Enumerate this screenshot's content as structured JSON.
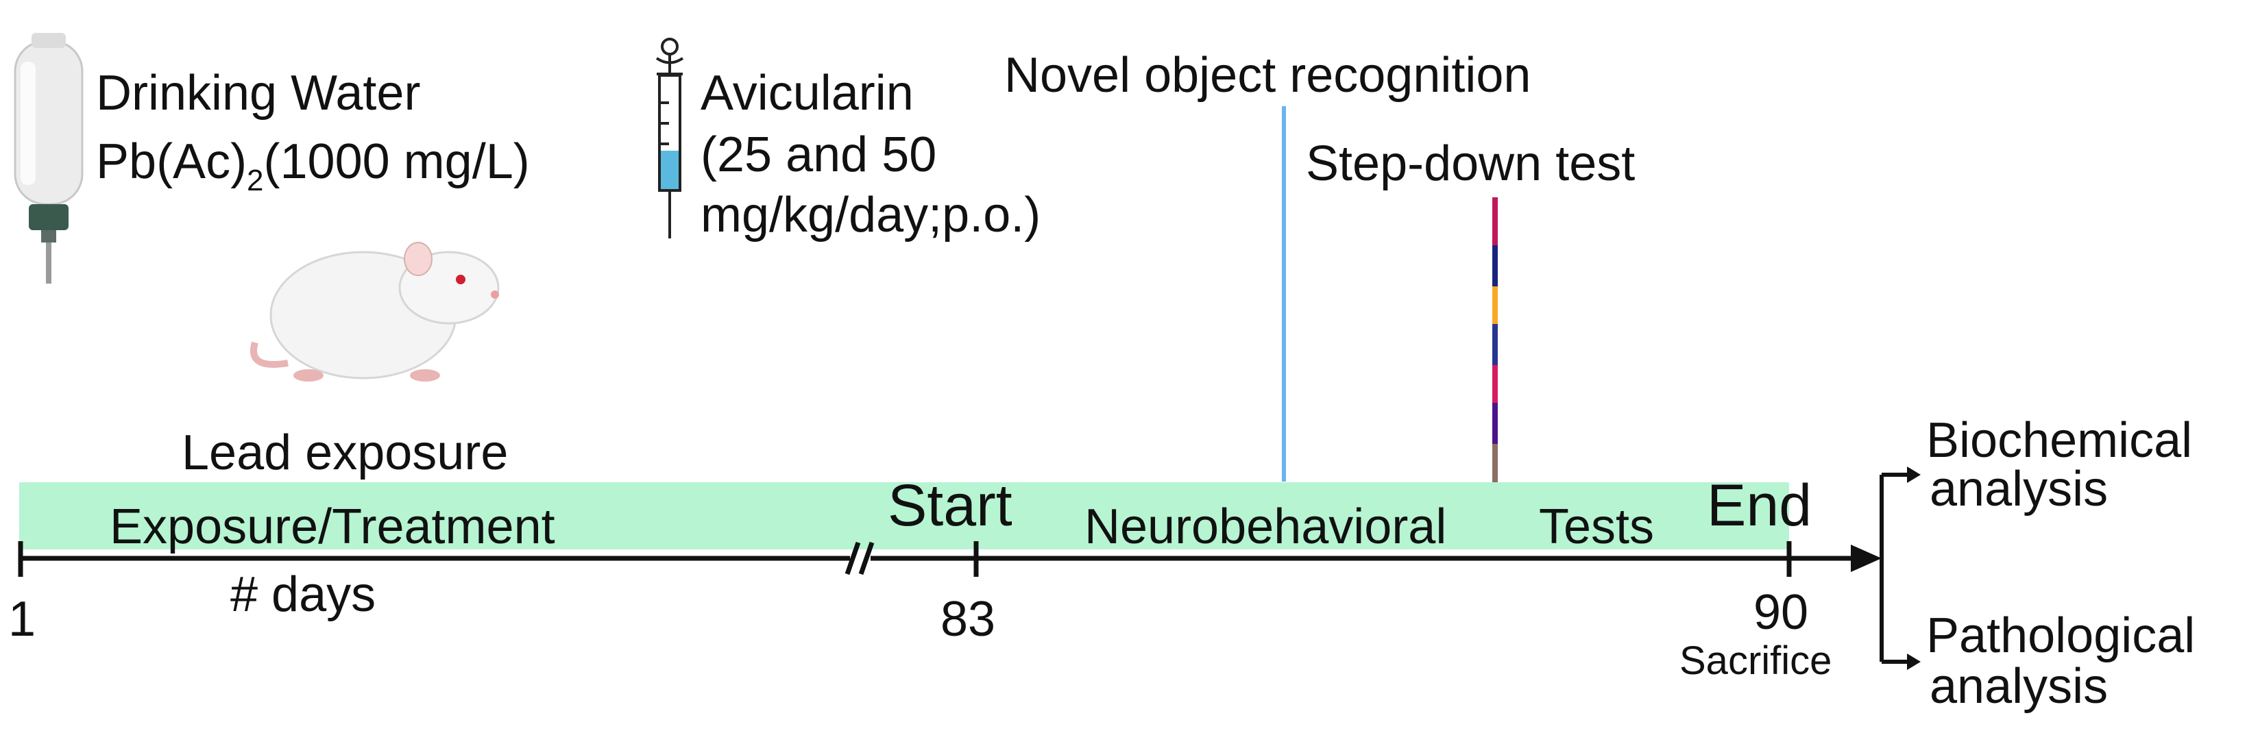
{
  "drinking": {
    "title": "Drinking Water",
    "compound_main": "Pb(Ac)",
    "compound_sub": "2",
    "compound_conc": "(1000 mg/L)"
  },
  "avicularin": {
    "name": "Avicularin",
    "dose_line1": "(25 and 50",
    "dose_line2": "mg/kg/day;p.o.)"
  },
  "tests": {
    "novel": "Novel object recognition",
    "stepdown": "Step-down test"
  },
  "timeline": {
    "lead_label": "Lead exposure",
    "bar_label": "Exposure/Treatment",
    "start_label": "Start",
    "neuro_label": "Neurobehavioral",
    "tests_label": "Tests",
    "end_label": "End",
    "days_label": "# days",
    "tick_start": "1",
    "tick_mid": "83",
    "tick_end": "90",
    "sacrifice": "Sacrifice"
  },
  "outcomes": {
    "bio_line1": "Biochemical",
    "bio_line2": "analysis",
    "path_line1": "Pathological",
    "path_line2": "analysis"
  },
  "colors": {
    "bar_fill": "#b6f4d2",
    "novel_line": "#6ab4f0",
    "axis": "#111111"
  }
}
